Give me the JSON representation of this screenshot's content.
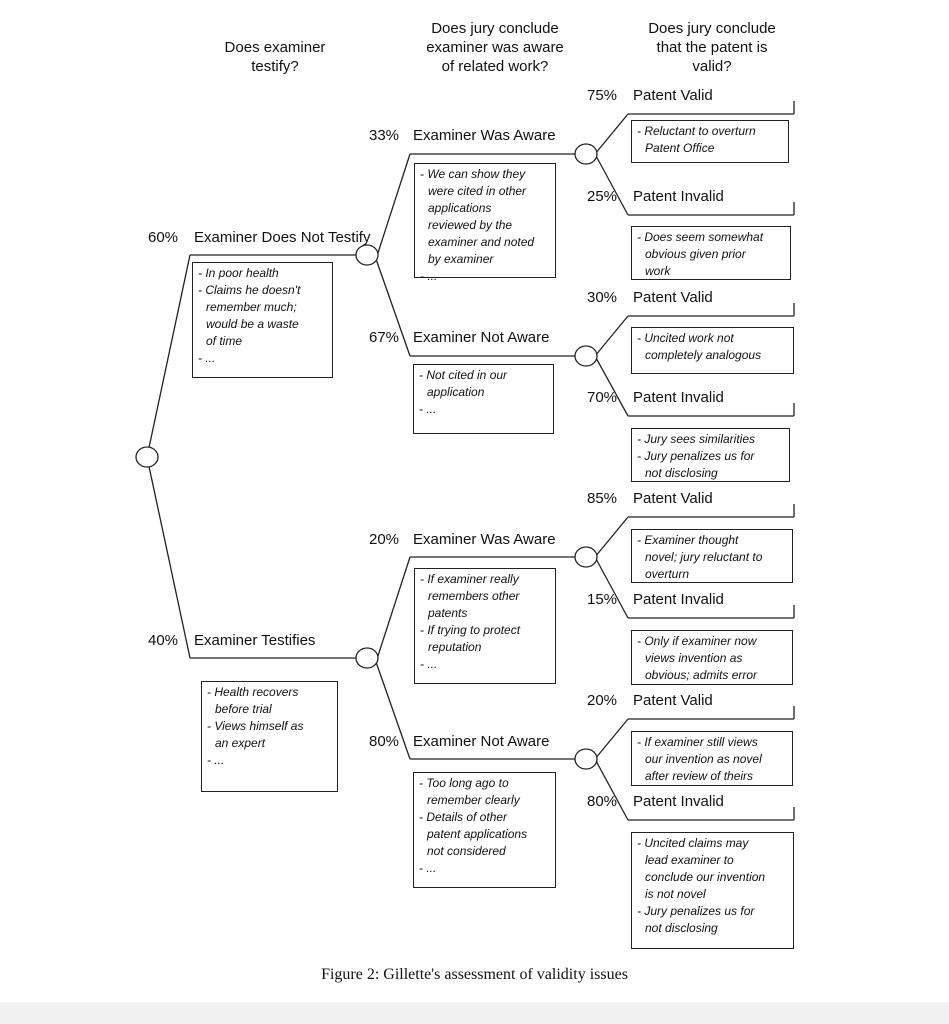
{
  "headers": {
    "testify": [
      "Does examiner",
      "testify?"
    ],
    "aware": [
      "Does jury conclude",
      "examiner was aware",
      "of related work?"
    ],
    "valid": [
      "Does jury conclude",
      "that the patent is",
      "valid?"
    ]
  },
  "level1": [
    {
      "pct": "60%",
      "label": "Examiner Does Not Testify",
      "notes": [
        "- In poor health",
        "- Claims he doesn't",
        "  remember much;",
        "  would be a waste",
        "  of time",
        "- ..."
      ]
    },
    {
      "pct": "40%",
      "label": "Examiner Testifies",
      "notes": [
        "- Health recovers",
        "  before  trial",
        "- Views himself as",
        "  an expert",
        "- ..."
      ]
    }
  ],
  "level2": [
    {
      "pct": "33%",
      "label": "Examiner Was Aware",
      "notes": [
        "- We can show they",
        "  were cited in other",
        "  applications",
        "  reviewed by the",
        "  examiner and noted",
        "  by examiner",
        "- ..."
      ]
    },
    {
      "pct": "67%",
      "label": "Examiner Not Aware",
      "notes": [
        "- Not cited in our",
        "  application",
        "- ..."
      ]
    },
    {
      "pct": "20%",
      "label": "Examiner Was Aware",
      "notes": [
        "- If examiner really",
        "  remembers other",
        "  patents",
        "- If trying to protect",
        "  reputation",
        "- ..."
      ]
    },
    {
      "pct": "80%",
      "label": "Examiner Not Aware",
      "notes": [
        "- Too long ago to",
        "  remember clearly",
        "- Details of other",
        "  patent applications",
        "  not considered",
        "- ..."
      ]
    }
  ],
  "level3": [
    {
      "pct": "75%",
      "label": "Patent Valid",
      "notes": [
        "- Reluctant to overturn",
        "  Patent Office"
      ]
    },
    {
      "pct": "25%",
      "label": "Patent Invalid",
      "notes": [
        "- Does seem somewhat",
        "  obvious given prior",
        "  work"
      ]
    },
    {
      "pct": "30%",
      "label": "Patent Valid",
      "notes": [
        "- Uncited work not",
        "  completely analogous"
      ]
    },
    {
      "pct": "70%",
      "label": "Patent Invalid",
      "notes": [
        "- Jury sees similarities",
        "- Jury penalizes us for",
        "  not disclosing"
      ]
    },
    {
      "pct": "85%",
      "label": "Patent Valid",
      "notes": [
        "- Examiner thought",
        "  novel; jury reluctant to",
        "  overturn"
      ]
    },
    {
      "pct": "15%",
      "label": "Patent Invalid",
      "notes": [
        "- Only if examiner now",
        "  views invention as",
        "  obvious; admits error"
      ]
    },
    {
      "pct": "20%",
      "label": "Patent Valid",
      "notes": [
        "- If examiner still views",
        "  our invention as novel",
        "  after review of theirs"
      ]
    },
    {
      "pct": "80%",
      "label": "Patent Invalid",
      "notes": [
        "- Uncited claims may",
        "  lead examiner to",
        "  conclude our invention",
        "  is not novel",
        "- Jury penalizes us for",
        "  not disclosing"
      ]
    }
  ],
  "caption": "Figure 2:  Gillette's assessment of validity issues"
}
